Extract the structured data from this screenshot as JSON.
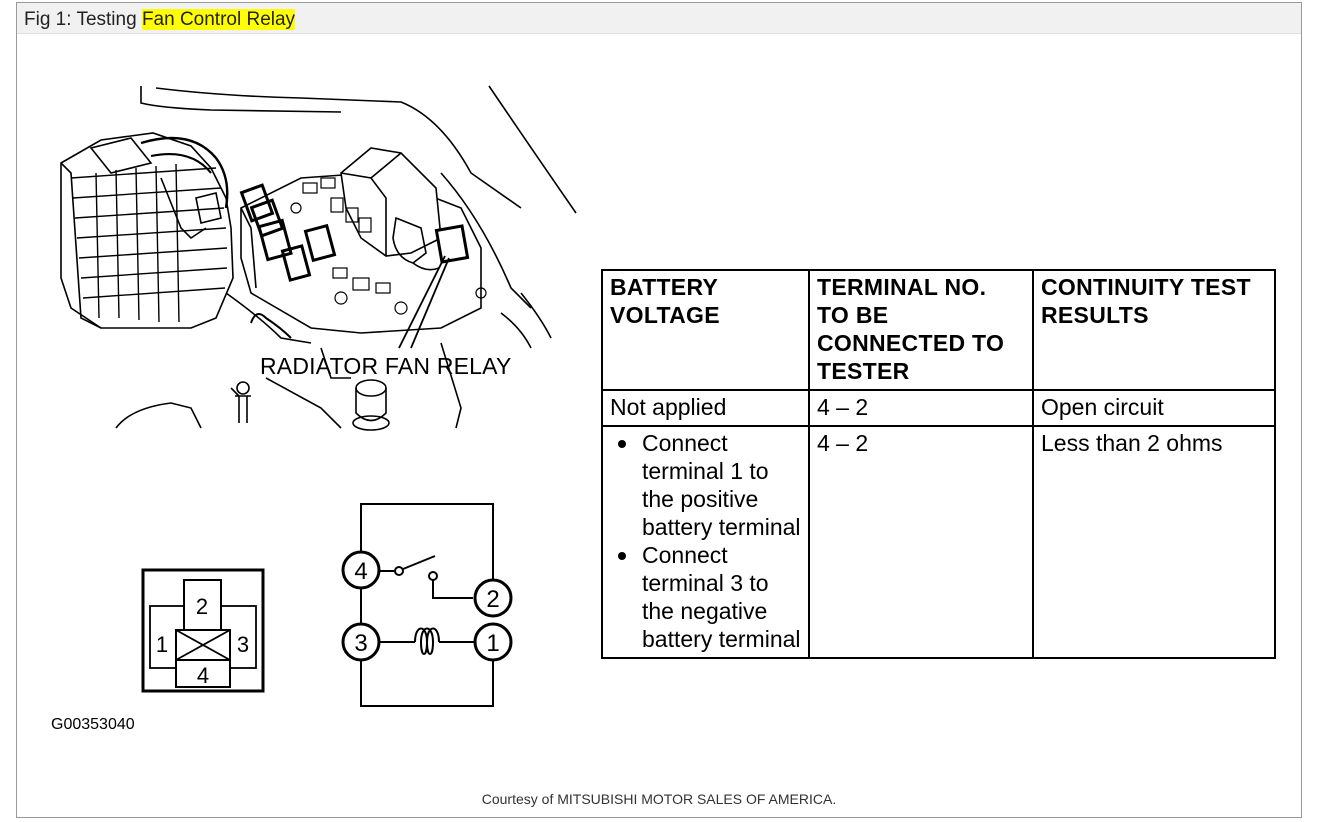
{
  "figure": {
    "title_prefix": "Fig 1: Testing ",
    "title_highlight": "Fan Control Relay",
    "callout_label": "RADIATOR FAN RELAY",
    "figure_id": "G00353040",
    "credit": "Courtesy of MITSUBISHI MOTOR SALES OF AMERICA."
  },
  "connector": {
    "terminals": [
      "1",
      "2",
      "3",
      "4"
    ]
  },
  "circuit": {
    "terminals": [
      "4",
      "2",
      "3",
      "1"
    ]
  },
  "table": {
    "headers": [
      [
        "BATTERY",
        "VOLTAGE"
      ],
      [
        "TERMINAL NO.",
        "TO BE",
        "CONNECTED TO",
        "TESTER"
      ],
      [
        "CONTINUITY TEST",
        "RESULTS"
      ]
    ],
    "rows": [
      {
        "voltage": "Not applied",
        "terminal": "4 – 2",
        "result": "Open circuit"
      },
      {
        "voltage_items": [
          [
            "Connect",
            "terminal 1 to",
            "the positive",
            "battery terminal"
          ],
          [
            "Connect",
            "terminal 3 to",
            "the negative",
            "battery terminal"
          ]
        ],
        "terminal": "4 – 2",
        "result": "Less than 2 ohms"
      }
    ]
  }
}
